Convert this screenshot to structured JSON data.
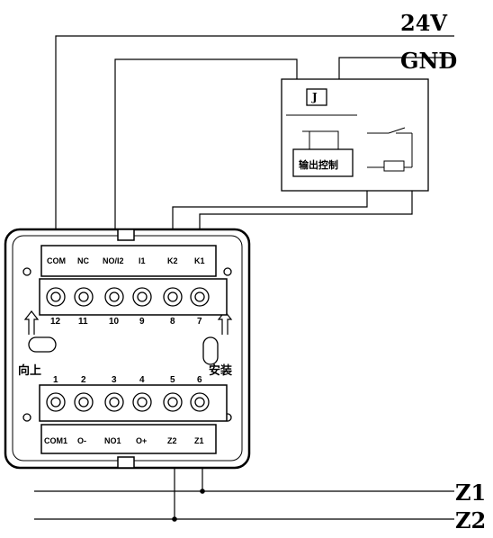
{
  "supply": {
    "v24": "24V",
    "gnd": "GND"
  },
  "bus": {
    "z1": "Z1",
    "z2": "Z2"
  },
  "relay": {
    "coil_label": "J",
    "control_label": "输出控制"
  },
  "module": {
    "top_terminals": [
      {
        "label": "COM",
        "number": "12"
      },
      {
        "label": "NC",
        "number": "11"
      },
      {
        "label": "NO/I2",
        "number": "10"
      },
      {
        "label": "I1",
        "number": "9"
      },
      {
        "label": "K2",
        "number": "8"
      },
      {
        "label": "K1",
        "number": "7"
      }
    ],
    "bottom_terminals": [
      {
        "label": "COM1",
        "number": "1"
      },
      {
        "label": "O-",
        "number": "2"
      },
      {
        "label": "NO1",
        "number": "3"
      },
      {
        "label": "O+",
        "number": "4"
      },
      {
        "label": "Z2",
        "number": "5"
      },
      {
        "label": "Z1",
        "number": "6"
      }
    ],
    "label_up": "向上",
    "label_install": "安装"
  }
}
